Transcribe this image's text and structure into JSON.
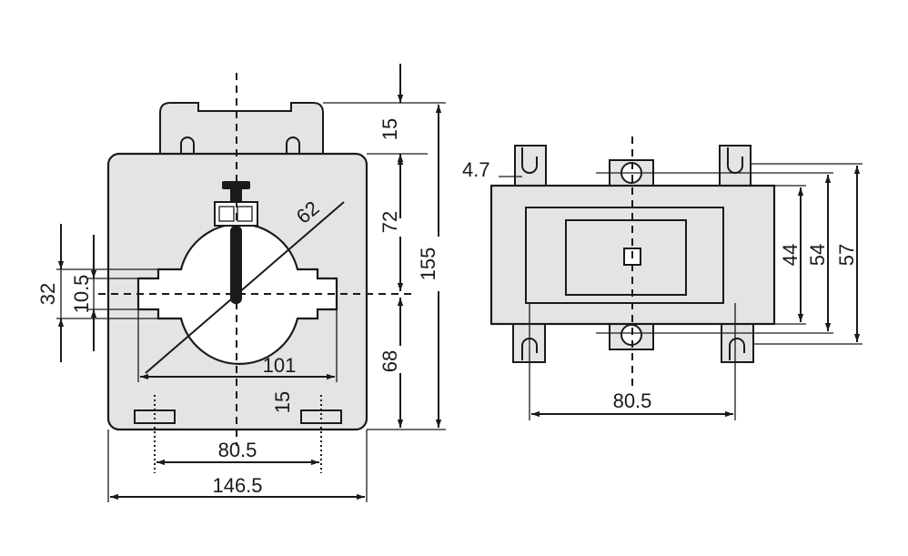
{
  "colors": {
    "body_fill": "#e4e4e4",
    "line": "#1a1a1a",
    "background": "#ffffff"
  },
  "front_view": {
    "dims": {
      "d_15_top": "15",
      "d_72": "72",
      "d_155": "155",
      "d_68": "68",
      "d_62": "62",
      "d_101": "101",
      "d_15_inner": "15",
      "d_80_5": "80.5",
      "d_146_5": "146.5",
      "d_32": "32",
      "d_10_5": "10.5"
    }
  },
  "side_view": {
    "dims": {
      "d_4_7": "4.7",
      "d_44": "44",
      "d_54": "54",
      "d_57": "57",
      "d_80_5": "80.5"
    }
  }
}
